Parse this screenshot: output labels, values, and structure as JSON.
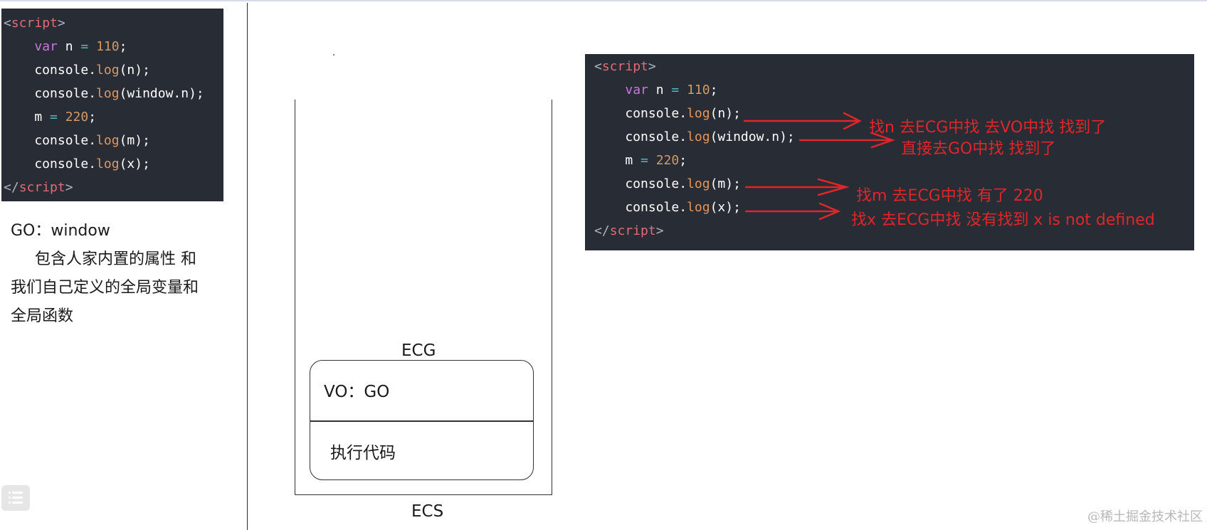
{
  "code_left": {
    "lines": [
      [
        [
          "<",
          "punct"
        ],
        [
          "script",
          "tag"
        ],
        [
          ">",
          "punct"
        ]
      ],
      [
        [
          "    ",
          "id"
        ],
        [
          "var",
          "kw"
        ],
        [
          " n ",
          "id"
        ],
        [
          "=",
          "op"
        ],
        [
          " ",
          "id"
        ],
        [
          "110",
          "num"
        ],
        [
          ";",
          "id"
        ]
      ],
      [
        [
          "    console.",
          "id"
        ],
        [
          "log",
          "fn"
        ],
        [
          "(n);",
          "id"
        ]
      ],
      [
        [
          "    console.",
          "id"
        ],
        [
          "log",
          "fn"
        ],
        [
          "(window.n);",
          "id"
        ]
      ],
      [
        [
          "    m ",
          "id"
        ],
        [
          "=",
          "op"
        ],
        [
          " ",
          "id"
        ],
        [
          "220",
          "num"
        ],
        [
          ";",
          "id"
        ]
      ],
      [
        [
          "    console.",
          "id"
        ],
        [
          "log",
          "fn"
        ],
        [
          "(m);",
          "id"
        ]
      ],
      [
        [
          "    console.",
          "id"
        ],
        [
          "log",
          "fn"
        ],
        [
          "(x);",
          "id"
        ]
      ],
      [
        [
          "</",
          "punct"
        ],
        [
          "script",
          "tag"
        ],
        [
          ">",
          "punct"
        ]
      ]
    ]
  },
  "code_right": {
    "lines": [
      [
        [
          "<",
          "punct"
        ],
        [
          "script",
          "tag"
        ],
        [
          ">",
          "punct"
        ]
      ],
      [
        [
          "    ",
          "id"
        ],
        [
          "var",
          "kw"
        ],
        [
          " n ",
          "id"
        ],
        [
          "=",
          "op"
        ],
        [
          " ",
          "id"
        ],
        [
          "110",
          "num"
        ],
        [
          ";",
          "id"
        ]
      ],
      [
        [
          "    console.",
          "id"
        ],
        [
          "log",
          "fn"
        ],
        [
          "(n);",
          "id"
        ]
      ],
      [
        [
          "    console.",
          "id"
        ],
        [
          "log",
          "fn"
        ],
        [
          "(window.n);",
          "id"
        ]
      ],
      [
        [
          "    m ",
          "id"
        ],
        [
          "=",
          "op"
        ],
        [
          " ",
          "id"
        ],
        [
          "220",
          "num"
        ],
        [
          ";",
          "id"
        ]
      ],
      [
        [
          "    console.",
          "id"
        ],
        [
          "log",
          "fn"
        ],
        [
          "(m);",
          "id"
        ]
      ],
      [
        [
          "    console.",
          "id"
        ],
        [
          "log",
          "fn"
        ],
        [
          "(x);",
          "id"
        ]
      ],
      [
        [
          "</",
          "punct"
        ],
        [
          "script",
          "tag"
        ],
        [
          ">",
          "punct"
        ]
      ]
    ]
  },
  "go_description": {
    "title": "GO：window",
    "line1": "包含人家内置的属性 和",
    "line2": "我们自己定义的全局变量和",
    "line3": "全局函数"
  },
  "diagram": {
    "ecg_label": "ECG",
    "vo_label": "VO：GO",
    "exec_label": "执行代码",
    "ecs_label": "ECS"
  },
  "annotations": {
    "n": "找n    去ECG中找    去VO中找      找到了",
    "window_n": "直接去GO中找   找到了",
    "m": "找m   去ECG中找     有了    220",
    "x": "找x   去ECG中找     没有找到    x is not defined"
  },
  "watermark": "@稀土掘金技术社区",
  "colors": {
    "code_bg": "#282c34",
    "annotation_red": "#e0262a"
  }
}
